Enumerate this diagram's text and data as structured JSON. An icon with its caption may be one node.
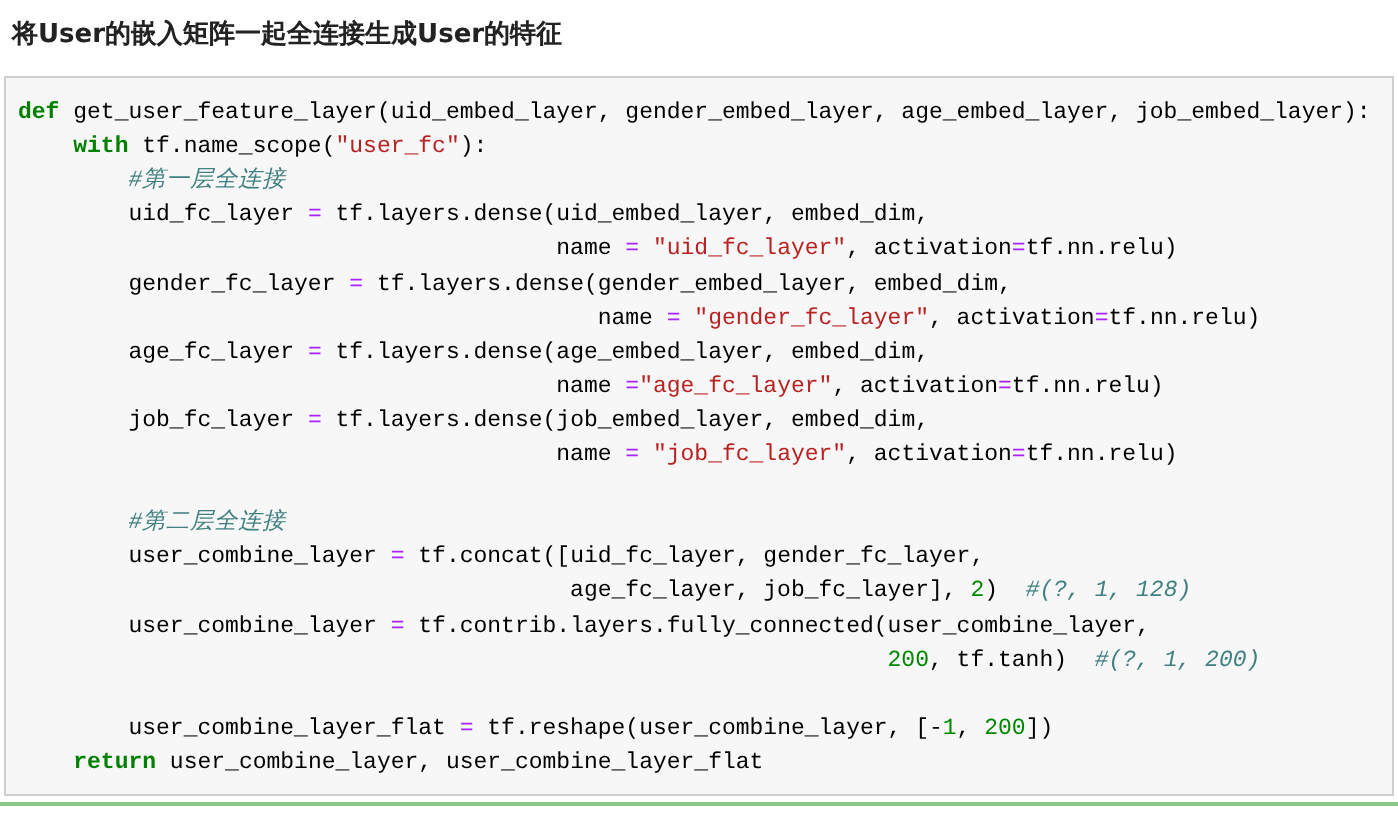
{
  "diagram": {
    "title": "将User的嵌入矩阵一起全连接生成User的特征",
    "labels": [
      "**def** get_user_feature_layer(uid_embed_layer, gender_embed_layer, age_embed_layer, job_embed_layer):",
      "    **with** tf.name_scope(\"user_fc\"):",
      "        *#第一层全连接*",
      "        uid_fc_layer = tf.layers.dense(uid_embed_layer, embed_dim,",
      "                                       name = \"uid_fc_layer\", activation=tf.nn.relu)",
      "        gender_fc_layer = tf.layers.dense(gender_embed_layer, embed_dim,",
      "                                          name = \"gender_fc_layer\", activation=tf.nn.relu)",
      "        age_fc_layer = tf.layers.dense(age_embed_layer, embed_dim,",
      "                                       name =\"age_fc_layer\", activation=tf.nn.relu)",
      "        job_fc_layer = tf.layers.dense(job_embed_layer, embed_dim,",
      "                                       name = \"job_fc_layer\", activation=tf.nn.relu)",
      "        *#第二层全连接*",
      "        user_combine_layer = tf.concat([uid_fc_layer, gender_fc_layer,",
      "                                        age_fc_layer, job_fc_layer], 2)  *#(?, 1, 128)*",
      "        user_combine_layer = tf.contrib.layers.fully_connected(user_combine_layer,",
      "                                                               200, tf.tanh)  *#(?, 1, 200)*",
      "        user_combine_layer_flat = tf.reshape(user_combine_layer, [-1, 200])",
      "    **return** user_combine_layer, user_combine_layer_flat"
    ]
  }
}
